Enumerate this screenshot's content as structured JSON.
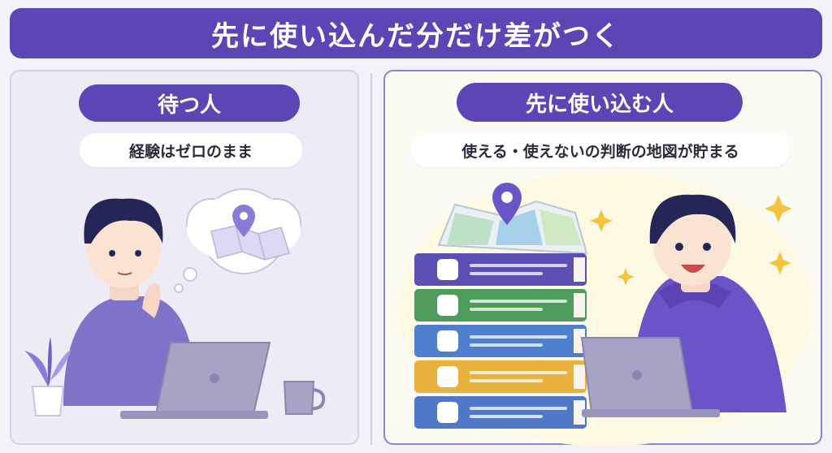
{
  "header": {
    "title": "先に使い込んだ分だけ差がつく"
  },
  "left_panel": {
    "heading": "待つ人",
    "caption": "経験はゼロのまま",
    "icons": [
      "thinking-person-icon",
      "thought-bubble-icon",
      "map-pin-icon",
      "laptop-icon",
      "plant-icon",
      "mug-icon"
    ]
  },
  "right_panel": {
    "heading": "先に使い込む人",
    "caption": "使える・使えないの判断の地図が貯まる",
    "icons": [
      "smiling-person-icon",
      "map-icon",
      "map-pin-icon",
      "book-stack-icon",
      "sparkle-icon",
      "laptop-icon"
    ]
  },
  "colors": {
    "primary": "#5c46b5",
    "sparkle": "#f2c53d",
    "book_colors": [
      "#5a4fb3",
      "#4e9b5c",
      "#4f7fcf",
      "#e9b23f",
      "#4f78c9"
    ]
  }
}
